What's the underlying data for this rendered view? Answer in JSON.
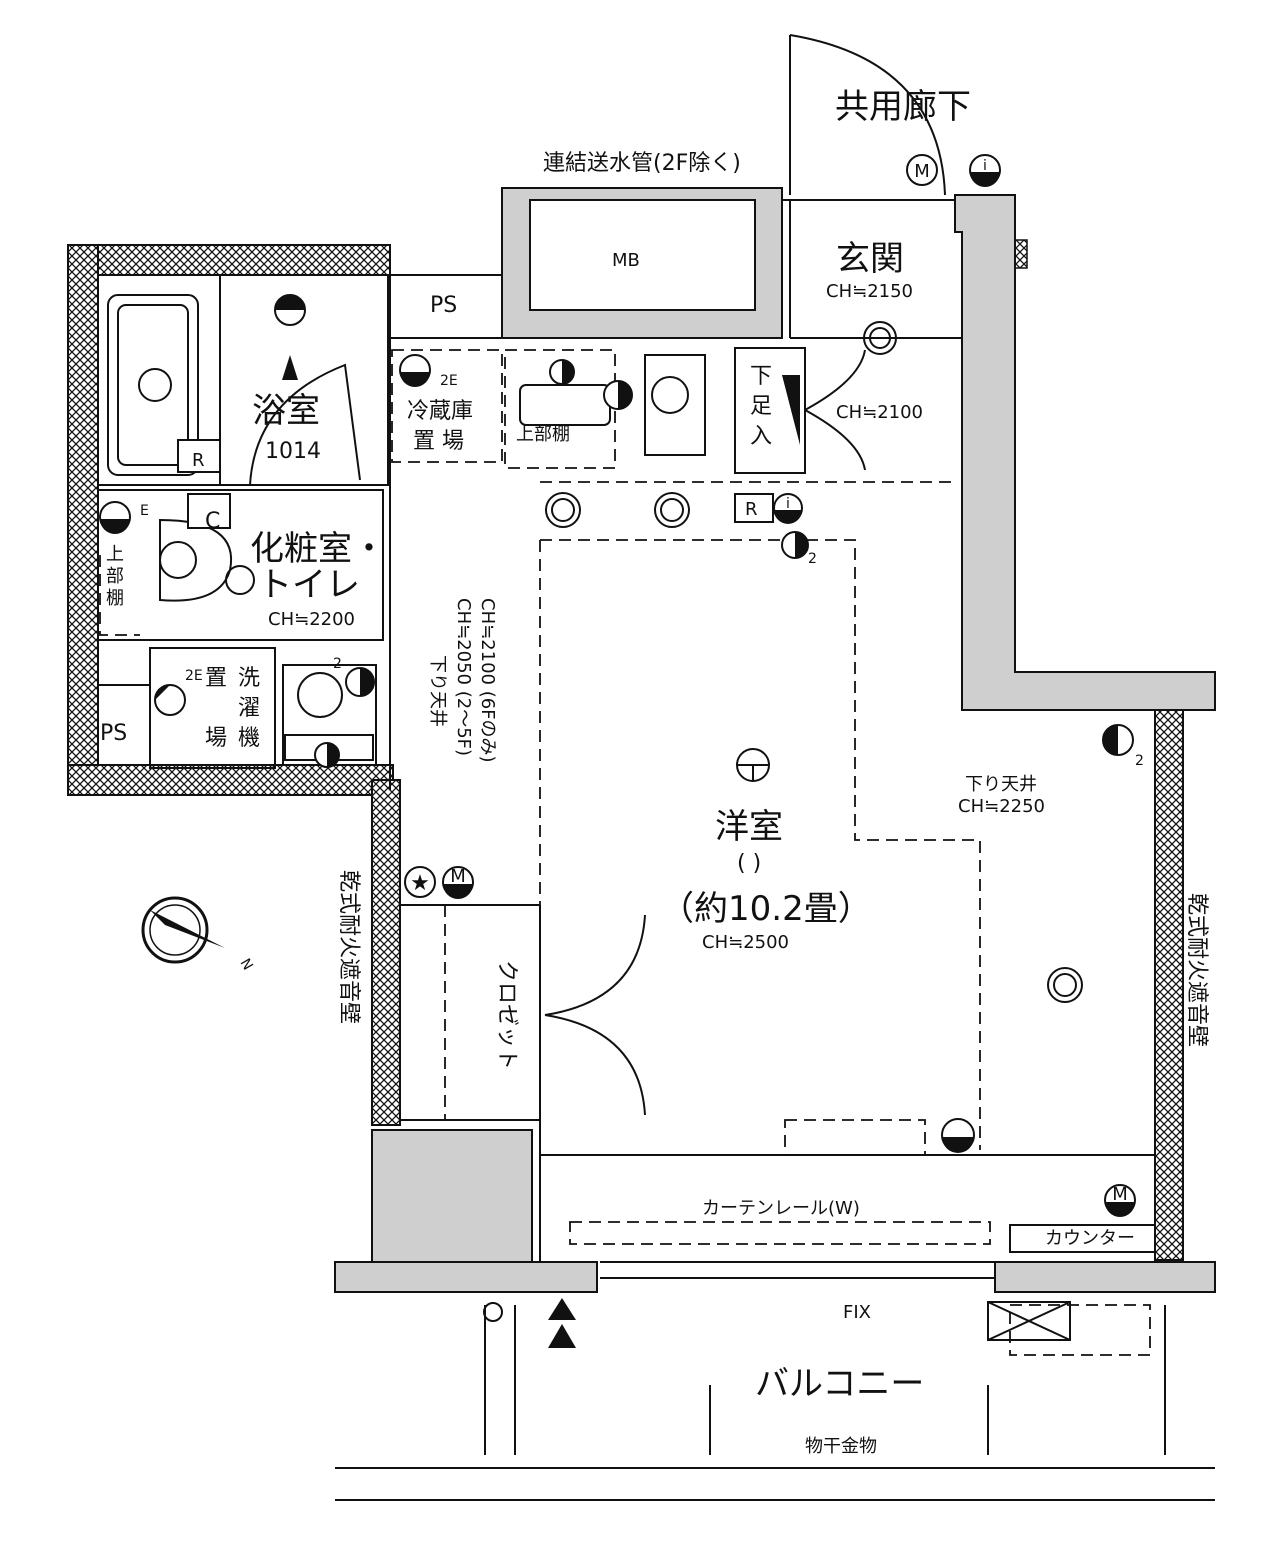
{
  "labels": {
    "corridor": "共用廊下",
    "standpipe": "連結送水管(2F除く)",
    "mb": "MB",
    "entrance": "玄関",
    "entrance_ch": "CH≒2150",
    "ps_top": "PS",
    "ps_left": "PS",
    "bath": "浴室",
    "bath_size": "1014",
    "fridge_1": "冷蔵庫",
    "fridge_2": "置 場",
    "upper_shelf_kitchen": "上部棚",
    "shoe_1": "下",
    "shoe_2": "足",
    "shoe_3": "入",
    "shoe_ch": "CH≒2100",
    "vanity_1": "化粧室・",
    "vanity_2": "トイレ",
    "vanity_ch": "CH≒2200",
    "upper_shelf_left_1": "上",
    "upper_shelf_left_2": "部",
    "upper_shelf_left_3": "棚",
    "washer_1": "洗",
    "washer_2": "濯",
    "washer_3": "機",
    "washer_place_1": "置",
    "washer_place_2": "場",
    "lowered_ceiling_left": "下り天井",
    "lowered_ceiling_left_ch1": "CH≒2050 (2〜5F)",
    "lowered_ceiling_left_ch2": "CH≒2100 (6Fのみ)",
    "lowered_ceiling_right": "下り天井",
    "lowered_ceiling_right_ch": "CH≒2250",
    "western_room": "洋室",
    "western_paren": "( )",
    "western_size": "（約10.2畳）",
    "western_ch": "CH≒2500",
    "closet": "クロゼット",
    "wall_left": "乾式耐火遮音壁",
    "wall_right": "乾式耐火遮音壁",
    "curtain_rail": "カーテンレール(W)",
    "counter": "カウンター",
    "fix": "FIX",
    "balcony": "バルコニー",
    "laundry_pole": "物干金物",
    "tag_R": "R",
    "tag_C": "C",
    "tag_E": "E",
    "tag_2E": "2E",
    "tag_2": "2",
    "tag_M": "M",
    "tag_i": "i"
  },
  "icons": [
    "meter-icon",
    "intercom-icon",
    "smoke-detector-icon",
    "light-icon",
    "outlet-icon",
    "compass-icon",
    "star-icon",
    "upward-arrow-icon"
  ],
  "colors": {
    "wall_fill": "#cfcfcf",
    "line": "#111111",
    "background": "#ffffff"
  }
}
